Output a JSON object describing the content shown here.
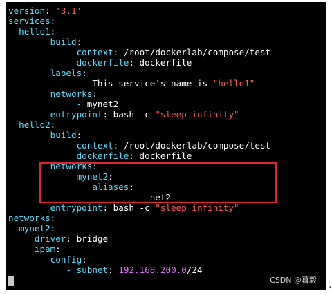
{
  "terminal": {
    "lines": [
      [
        {
          "t": "version",
          "c": "k"
        },
        {
          "t": ": ",
          "c": "t"
        },
        {
          "t": "'3.1'",
          "c": "s"
        }
      ],
      [
        {
          "t": "services",
          "c": "k"
        },
        {
          "t": ":",
          "c": "t"
        }
      ],
      [
        {
          "t": "  hello1",
          "c": "k"
        },
        {
          "t": ":",
          "c": "t"
        }
      ],
      [
        {
          "t": "        build",
          "c": "k"
        },
        {
          "t": ":",
          "c": "t"
        }
      ],
      [
        {
          "t": "             context",
          "c": "k"
        },
        {
          "t": ": /root/dockerlab/compose/test",
          "c": "t"
        }
      ],
      [
        {
          "t": "             dockerfile",
          "c": "k"
        },
        {
          "t": ": dockerfile",
          "c": "t"
        }
      ],
      [
        {
          "t": "        labels",
          "c": "k"
        },
        {
          "t": ":",
          "c": "t"
        }
      ],
      [
        {
          "t": "             -  This service's name is ",
          "c": "t"
        },
        {
          "t": "\"hello1\"",
          "c": "s"
        }
      ],
      [
        {
          "t": "        networks",
          "c": "k"
        },
        {
          "t": ":",
          "c": "t"
        }
      ],
      [
        {
          "t": "             - ",
          "c": "d"
        },
        {
          "t": "mynet2",
          "c": "t"
        }
      ],
      [
        {
          "t": "        entrypoint",
          "c": "k"
        },
        {
          "t": ": bash -c ",
          "c": "t"
        },
        {
          "t": "\"sleep infinity\"",
          "c": "s"
        }
      ],
      [
        {
          "t": "  hello2",
          "c": "k"
        },
        {
          "t": ":",
          "c": "t"
        }
      ],
      [
        {
          "t": "        build",
          "c": "k"
        },
        {
          "t": ":",
          "c": "t"
        }
      ],
      [
        {
          "t": "             context",
          "c": "k"
        },
        {
          "t": ": /root/dockerlab/compose/test",
          "c": "t"
        }
      ],
      [
        {
          "t": "             dockerfile",
          "c": "k"
        },
        {
          "t": ": dockerfile",
          "c": "t"
        }
      ],
      [
        {
          "t": "        networks",
          "c": "k"
        },
        {
          "t": ":",
          "c": "t"
        }
      ],
      [
        {
          "t": "             mynet2",
          "c": "k"
        },
        {
          "t": ":",
          "c": "t"
        }
      ],
      [
        {
          "t": "                aliases",
          "c": "k"
        },
        {
          "t": ":",
          "c": "t"
        }
      ],
      [
        {
          "t": "                         - ",
          "c": "d"
        },
        {
          "t": "net2",
          "c": "t"
        }
      ],
      [
        {
          "t": "        entrypoint",
          "c": "k"
        },
        {
          "t": ": bash -c ",
          "c": "t"
        },
        {
          "t": "\"sleep infinity\"",
          "c": "s"
        }
      ],
      [
        {
          "t": "networks",
          "c": "k"
        },
        {
          "t": ":",
          "c": "t"
        }
      ],
      [
        {
          "t": "  mynet2",
          "c": "k"
        },
        {
          "t": ":",
          "c": "t"
        }
      ],
      [
        {
          "t": "     driver",
          "c": "k"
        },
        {
          "t": ": bridge",
          "c": "t"
        }
      ],
      [
        {
          "t": "     ipam",
          "c": "k"
        },
        {
          "t": ":",
          "c": "t"
        }
      ],
      [
        {
          "t": "        config",
          "c": "k"
        },
        {
          "t": ":",
          "c": "t"
        }
      ],
      [
        {
          "t": "           - ",
          "c": "d"
        },
        {
          "t": "subnet",
          "c": "k"
        },
        {
          "t": ": ",
          "c": "t"
        },
        {
          "t": "192.168.200.0",
          "c": "n"
        },
        {
          "t": "/24",
          "c": "t"
        }
      ]
    ]
  },
  "watermark": "CSDN @暮毅",
  "corner_mark": "◂"
}
